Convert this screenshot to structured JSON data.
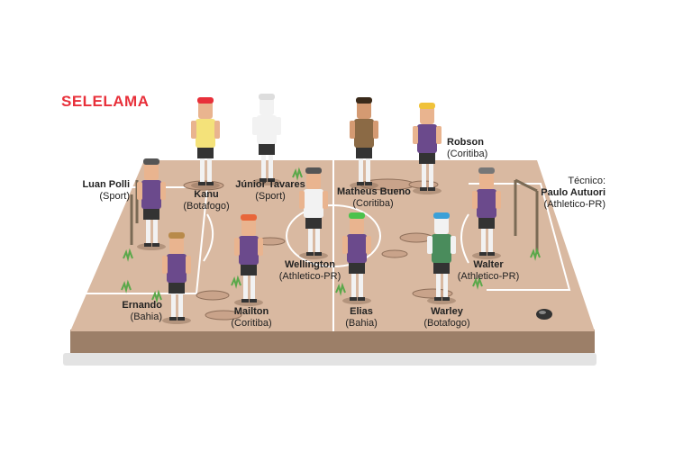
{
  "title": "SELELAMA",
  "coach": {
    "role": "Técnico:",
    "name": "Paulo Autuori",
    "club": "(Athletico-PR)"
  },
  "colors": {
    "pitch": "#d9b9a1",
    "pitch_side": "#9c7f68",
    "lines": "#ffffff",
    "title": "#e8303a",
    "jersey": "#6b4a8c"
  },
  "players": [
    {
      "name": "Luan Polli",
      "club": "(Sport)"
    },
    {
      "name": "Kanu",
      "club": "(Botafogo)"
    },
    {
      "name": "Júnior Tavares",
      "club": "(Sport)"
    },
    {
      "name": "Matheus Bueno",
      "club": "(Coritiba)"
    },
    {
      "name": "Robson",
      "club": "(Coritiba)"
    },
    {
      "name": "Wellington",
      "club": "(Athletico-PR)"
    },
    {
      "name": "Walter",
      "club": "(Athletico-PR)"
    },
    {
      "name": "Ernando",
      "club": "(Bahia)"
    },
    {
      "name": "Mailton",
      "club": "(Coritiba)"
    },
    {
      "name": "Elias",
      "club": "(Bahia)"
    },
    {
      "name": "Warley",
      "club": "(Botafogo)"
    }
  ]
}
